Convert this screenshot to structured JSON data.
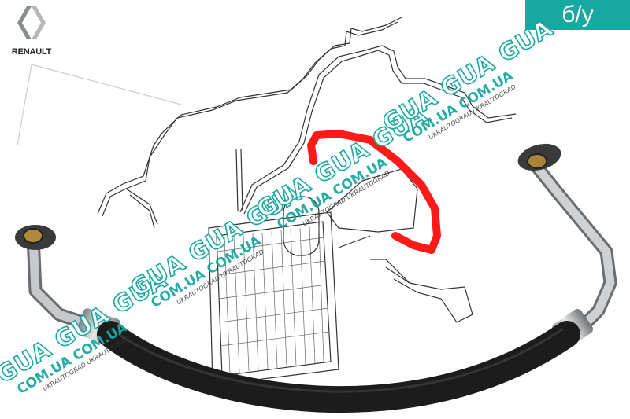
{
  "badge": {
    "label": "б/у",
    "color": "#17a9a1"
  },
  "brand": {
    "name": "RENAULT"
  },
  "watermark": {
    "gua": "GUA GUA GUA",
    "domain": "COM.UA COM.UA",
    "site": "UKRAUTOGRAD UKRAUTOGRAD",
    "color": "#1aa8a0"
  },
  "colors": {
    "highlight_hose": "#ff1a1a",
    "rubber_hose": "#1c1c1c",
    "metal_pipe": "#b9bcbf"
  }
}
